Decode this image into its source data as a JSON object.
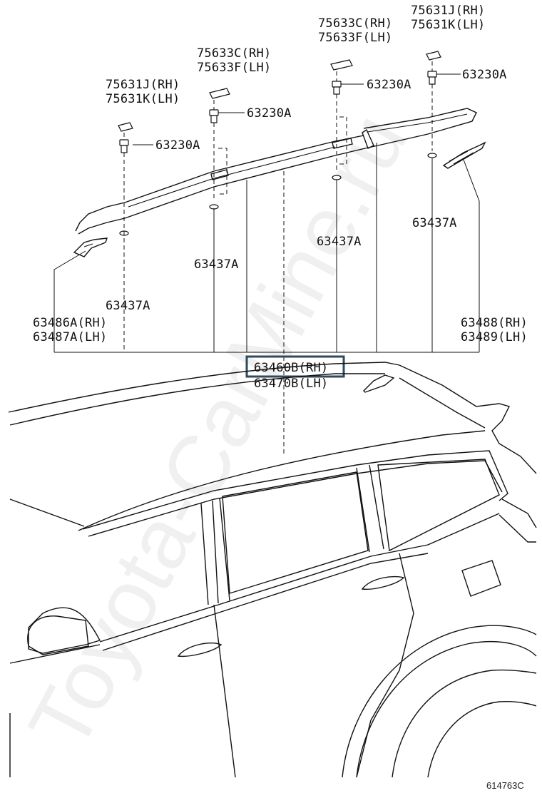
{
  "watermark": "Toyota-CarMine.ru",
  "highlight_color": "#2e4a5c",
  "labels": {
    "cap_left_rh": "75631J(RH)",
    "cap_left_lh": "75631K(LH)",
    "cap_right_rh": "75631J(RH)",
    "cap_right_lh": "75631K(LH)",
    "cover_mid_rh": "75633C(RH)",
    "cover_mid_lh": "75633F(LH)",
    "cover_right_rh": "75633C(RH)",
    "cover_right_lh": "75633F(LH)",
    "bolt_1": "63230A",
    "bolt_2": "63230A",
    "bolt_3": "63230A",
    "bolt_4": "63230A",
    "nut_1": "63437A",
    "nut_2": "63437A",
    "nut_3": "63437A",
    "nut_4": "63437A",
    "end_front_rh": "63486A(RH)",
    "end_front_lh": "63487A(LH)",
    "end_rear_rh": "63488(RH)",
    "end_rear_lh": "63489(LH)",
    "rack_rh": "63460B(RH)",
    "rack_lh": "63470B(LH)"
  },
  "diagram_code": "614763C"
}
